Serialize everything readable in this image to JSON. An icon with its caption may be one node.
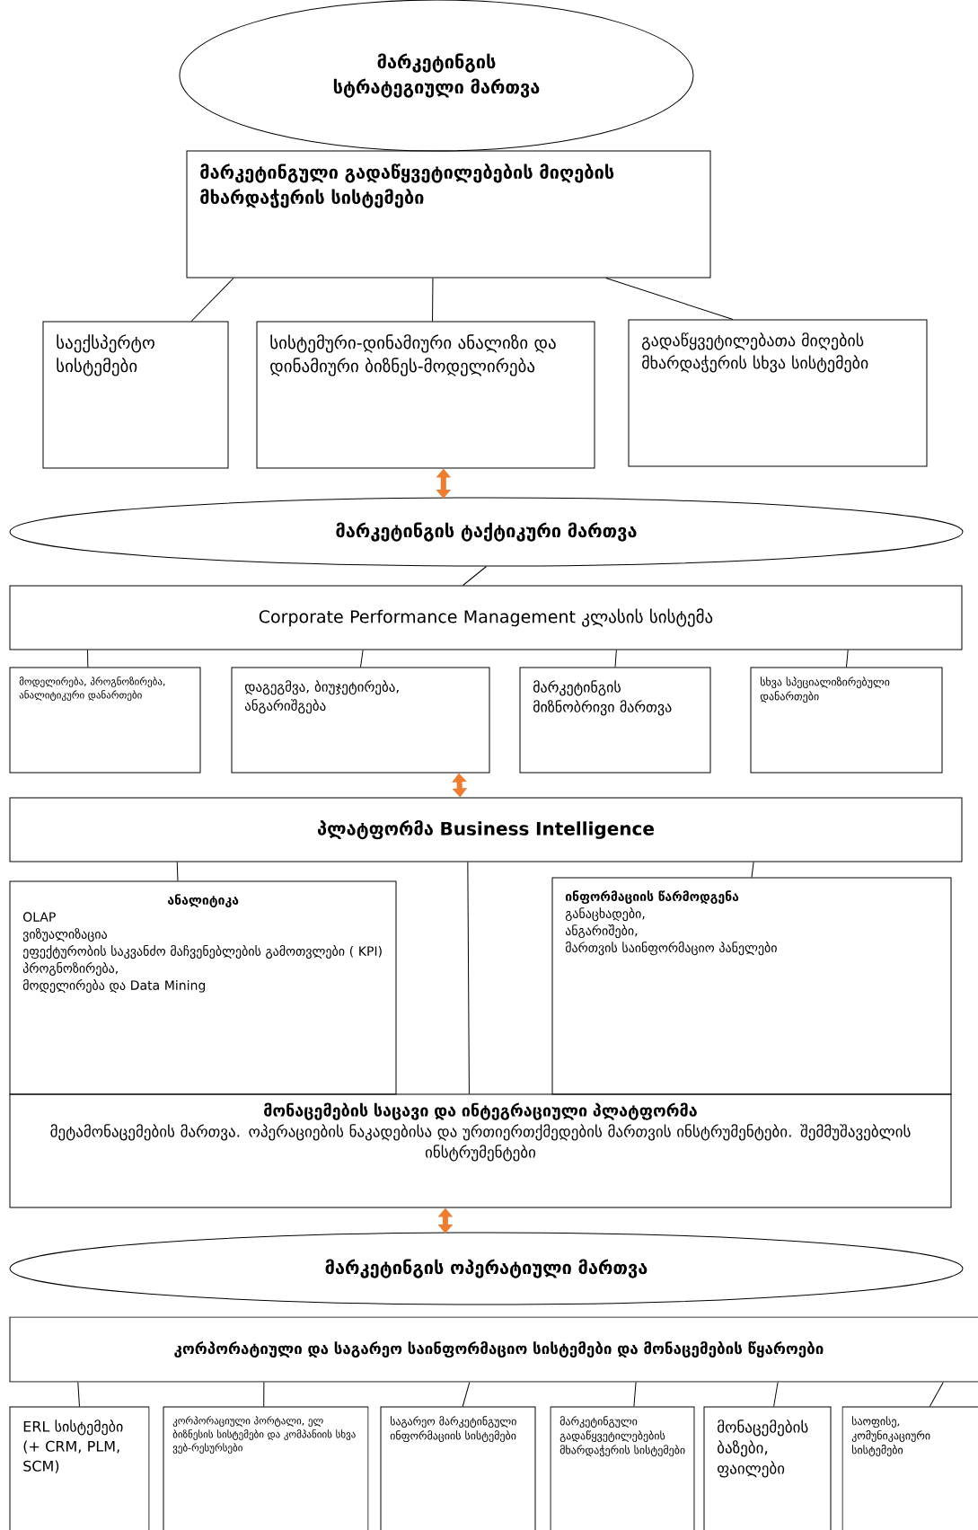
{
  "diagram": {
    "nodes": [
      {
        "text": [
          "მარკეტინგის სტრატეგიული მართვა"
        ]
      },
      {
        "text": [
          "მარკეტინგული გადაწყვეტილებების მიღების მხარდაჭერის სისტემები"
        ]
      },
      {
        "text": [
          "საექსპერტო სისტემები"
        ]
      },
      {
        "text": [
          "სისტემური-დინამიური ანალიზი და დინამიური ბიზნეს-მოდელირება"
        ]
      },
      {
        "text": [
          "გადაწყვეტილებათა მიღების მხარდაჭერის სხვა სისტემები"
        ]
      },
      {
        "text": [
          "მარკეტინგის ტაქტიკური მართვა"
        ]
      },
      {
        "text": [
          "Corporate Performance Management კლასის სისტემა"
        ]
      },
      {
        "text": [
          "მოდელირება, პროგნოზირება, ანალიტიკური დანართები"
        ]
      },
      {
        "text": [
          "დაგეგმვა, ბიუჯეტირება, ანგარიშგება"
        ]
      },
      {
        "text": [
          "მარკეტინგის მიზნობრივი მართვა"
        ]
      },
      {
        "text": [
          "სხვა სპეციალიზირებული დანართები"
        ]
      },
      {
        "text": [
          "პლატფორმა Business Intelligence"
        ]
      },
      {
        "text": [
          "ანალიტიკა",
          "OLAP",
          "ვიზუალიზაცია",
          "ეფექტურობის საკვანძო მაჩვენებლების გამოთვლები ( KPI)",
          "პროგნოზირება,",
          "მოდელირება და Data Mining"
        ]
      },
      {
        "text": [
          "ინფორმაციის წარმოდგენა",
          "განაცხადები,",
          "ანგარიშები,",
          "მართვის საინფორმაციო პანელები"
        ]
      },
      {
        "text": [
          "მონაცემების საცავი და ინტეგრაციული პლატფორმა",
          "მეტამონაცემების მართვა. ოპერაციების ნაკადებისა და ურთიერთქმედების მართვის ინსტრუმენტები. შემმუშავებლის ინსტრუმენტები"
        ]
      },
      {
        "text": [
          "მარკეტინგის ოპერატიული მართვა"
        ]
      },
      {
        "text": [
          "კორპორატიული და საგარეო საინფორმაციო სისტემები და მონაცემების წყაროები"
        ]
      },
      {
        "text": [
          "ERL სისტემები (+ CRM, PLM, SCM)"
        ]
      },
      {
        "text": [
          "კორპორაციული პორტალი, ელ ბიზნესის სისტემები და კომპანიის სხვა ვებ-რესურსები"
        ]
      },
      {
        "text": [
          "საგარეო მარკეტინგული ინფორმაციის სისტემები"
        ]
      },
      {
        "text": [
          "მარკეტინგული გადაწყვეტილებების მხარდაჭერის სისტემები"
        ]
      },
      {
        "text": [
          "მონაცემების ბაზები, ფაილები"
        ]
      },
      {
        "text": [
          "საოფისე, კომუნიკაციური სისტემები"
        ]
      }
    ],
    "edges": [
      {
        "from": 1,
        "to": 2,
        "arrow": "none"
      },
      {
        "from": 1,
        "to": 3,
        "arrow": "none"
      },
      {
        "from": 1,
        "to": 4,
        "arrow": "none"
      },
      {
        "from": 3,
        "to": 5,
        "arrow": "both",
        "style": "thick",
        "color": "#ed7d31"
      },
      {
        "from": 5,
        "to": 6,
        "arrow": "none"
      },
      {
        "from": 6,
        "to": 7,
        "arrow": "none"
      },
      {
        "from": 6,
        "to": 8,
        "arrow": "none"
      },
      {
        "from": 6,
        "to": 9,
        "arrow": "none"
      },
      {
        "from": 6,
        "to": 10,
        "arrow": "none"
      },
      {
        "from": 8,
        "to": 11,
        "arrow": "both",
        "style": "thick",
        "color": "#ed7d31"
      },
      {
        "from": 11,
        "to": 12,
        "arrow": "none"
      },
      {
        "from": 11,
        "to": 13,
        "arrow": "none"
      },
      {
        "from": 11,
        "to": 14,
        "arrow": "none"
      },
      {
        "from": 14,
        "to": 15,
        "arrow": "both",
        "style": "thick",
        "color": "#ed7d31"
      },
      {
        "from": 16,
        "to": 17,
        "arrow": "none"
      },
      {
        "from": 16,
        "to": 18,
        "arrow": "none"
      },
      {
        "from": 16,
        "to": 19,
        "arrow": "none"
      },
      {
        "from": 16,
        "to": 20,
        "arrow": "none"
      },
      {
        "from": 16,
        "to": 21,
        "arrow": "none"
      },
      {
        "from": 16,
        "to": 22,
        "arrow": "none"
      }
    ]
  }
}
